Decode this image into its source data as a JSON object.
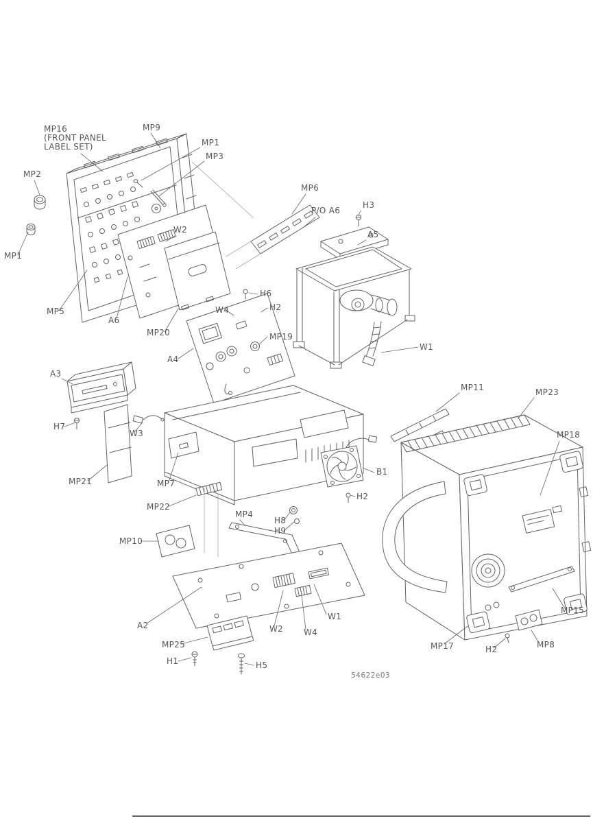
{
  "diagram": {
    "figure_code": "54622e03",
    "labels": {
      "mp16_line1": "MP16",
      "mp16_line2": "(FRONT PANEL",
      "mp16_line3": "LABEL SET)",
      "mp9": "MP9",
      "mp1_top": "MP1",
      "mp3": "MP3",
      "mp2": "MP2",
      "mp1_left": "MP1",
      "mp5": "MP5",
      "a6": "A6",
      "mp20": "MP20",
      "w2_top": "W2",
      "mp6": "MP6",
      "po_a6": "P/O A6",
      "h3": "H3",
      "a5": "A5",
      "h6": "H6",
      "w4_top": "W4",
      "h2_top": "H2",
      "mp19": "MP19",
      "a4": "A4",
      "w1_top": "W1",
      "a3": "A3",
      "h7": "H7",
      "w3": "W3",
      "mp21": "MP21",
      "mp7": "MP7",
      "mp22": "MP22",
      "mp11": "MP11",
      "mp23": "MP23",
      "mp18": "MP18",
      "b1": "B1",
      "h2_fan": "H2",
      "mp4": "MP4",
      "h8": "H8",
      "h9": "H9",
      "mp10": "MP10",
      "a2": "A2",
      "mp25": "MP25",
      "h1": "H1",
      "h5": "H5",
      "w2_bottom": "W2",
      "w4_bottom": "W4",
      "w1_bottom": "W1",
      "mp17": "MP17",
      "h2_rear": "H2",
      "mp8": "MP8",
      "mp15": "MP15"
    }
  },
  "colors": {
    "line": "#616161",
    "label_text": "#555555",
    "background": "#ffffff"
  }
}
